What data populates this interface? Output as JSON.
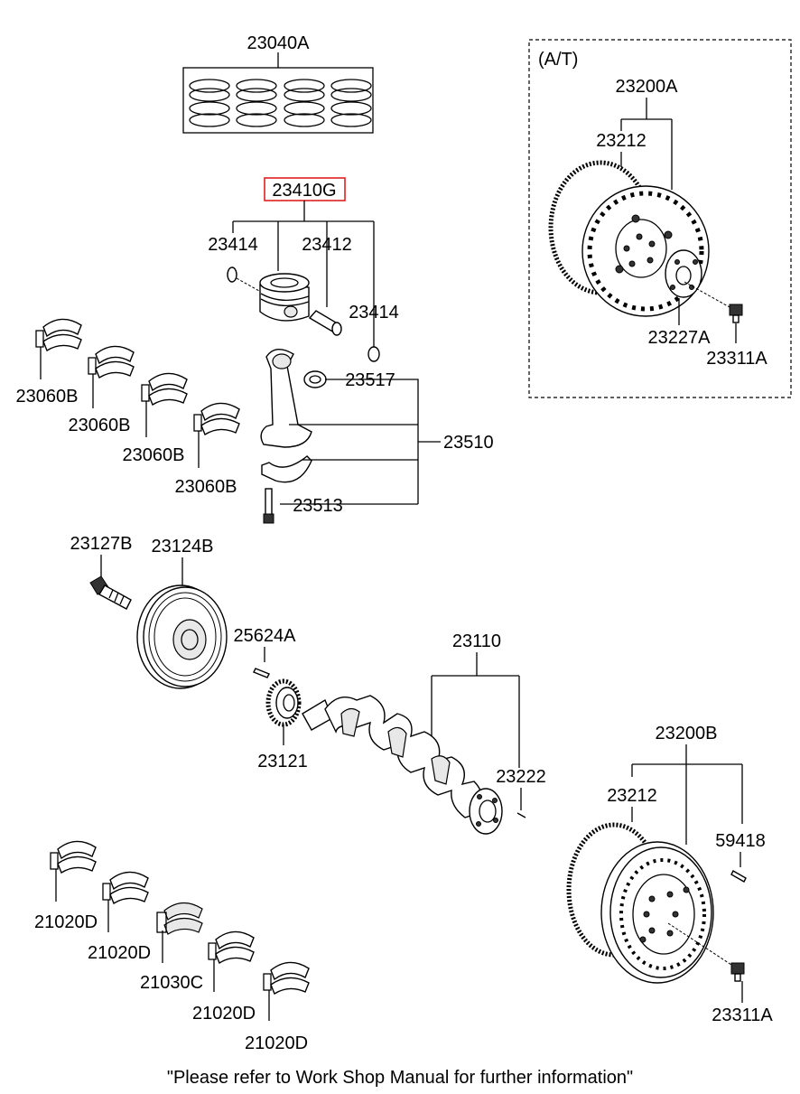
{
  "labels": {
    "rings": "23040A",
    "piston_assy": "23410G",
    "clip_left": "23414",
    "pin": "23412",
    "clip_right": "23414",
    "bushing": "23517",
    "rod_assy": "23510",
    "rod_bolt": "23513",
    "bearing_upper_1": "23060B",
    "bearing_upper_2": "23060B",
    "bearing_upper_3": "23060B",
    "bearing_upper_4": "23060B",
    "at_tag": "(A/T)",
    "flywheel_at_assy": "23200A",
    "ring_gear_at": "23212",
    "adapter_plate": "23227A",
    "bolt_at": "23311A",
    "pulley_bolt": "23127B",
    "pulley": "23124B",
    "key": "25624A",
    "crank_sprocket": "23121",
    "crankshaft_assy": "23110",
    "dowel_pin": "23222",
    "flywheel_mt_assy": "23200B",
    "ring_gear_mt": "23212",
    "pin_mt": "59418",
    "bolt_mt": "23311A",
    "main_bearing_1": "21020D",
    "main_bearing_2": "21020D",
    "main_bearing_thrust": "21030C",
    "main_bearing_4": "21020D",
    "main_bearing_5": "21020D"
  },
  "highlight_color": "#e0201e",
  "footer": "\"Please refer to Work Shop Manual for further information\""
}
